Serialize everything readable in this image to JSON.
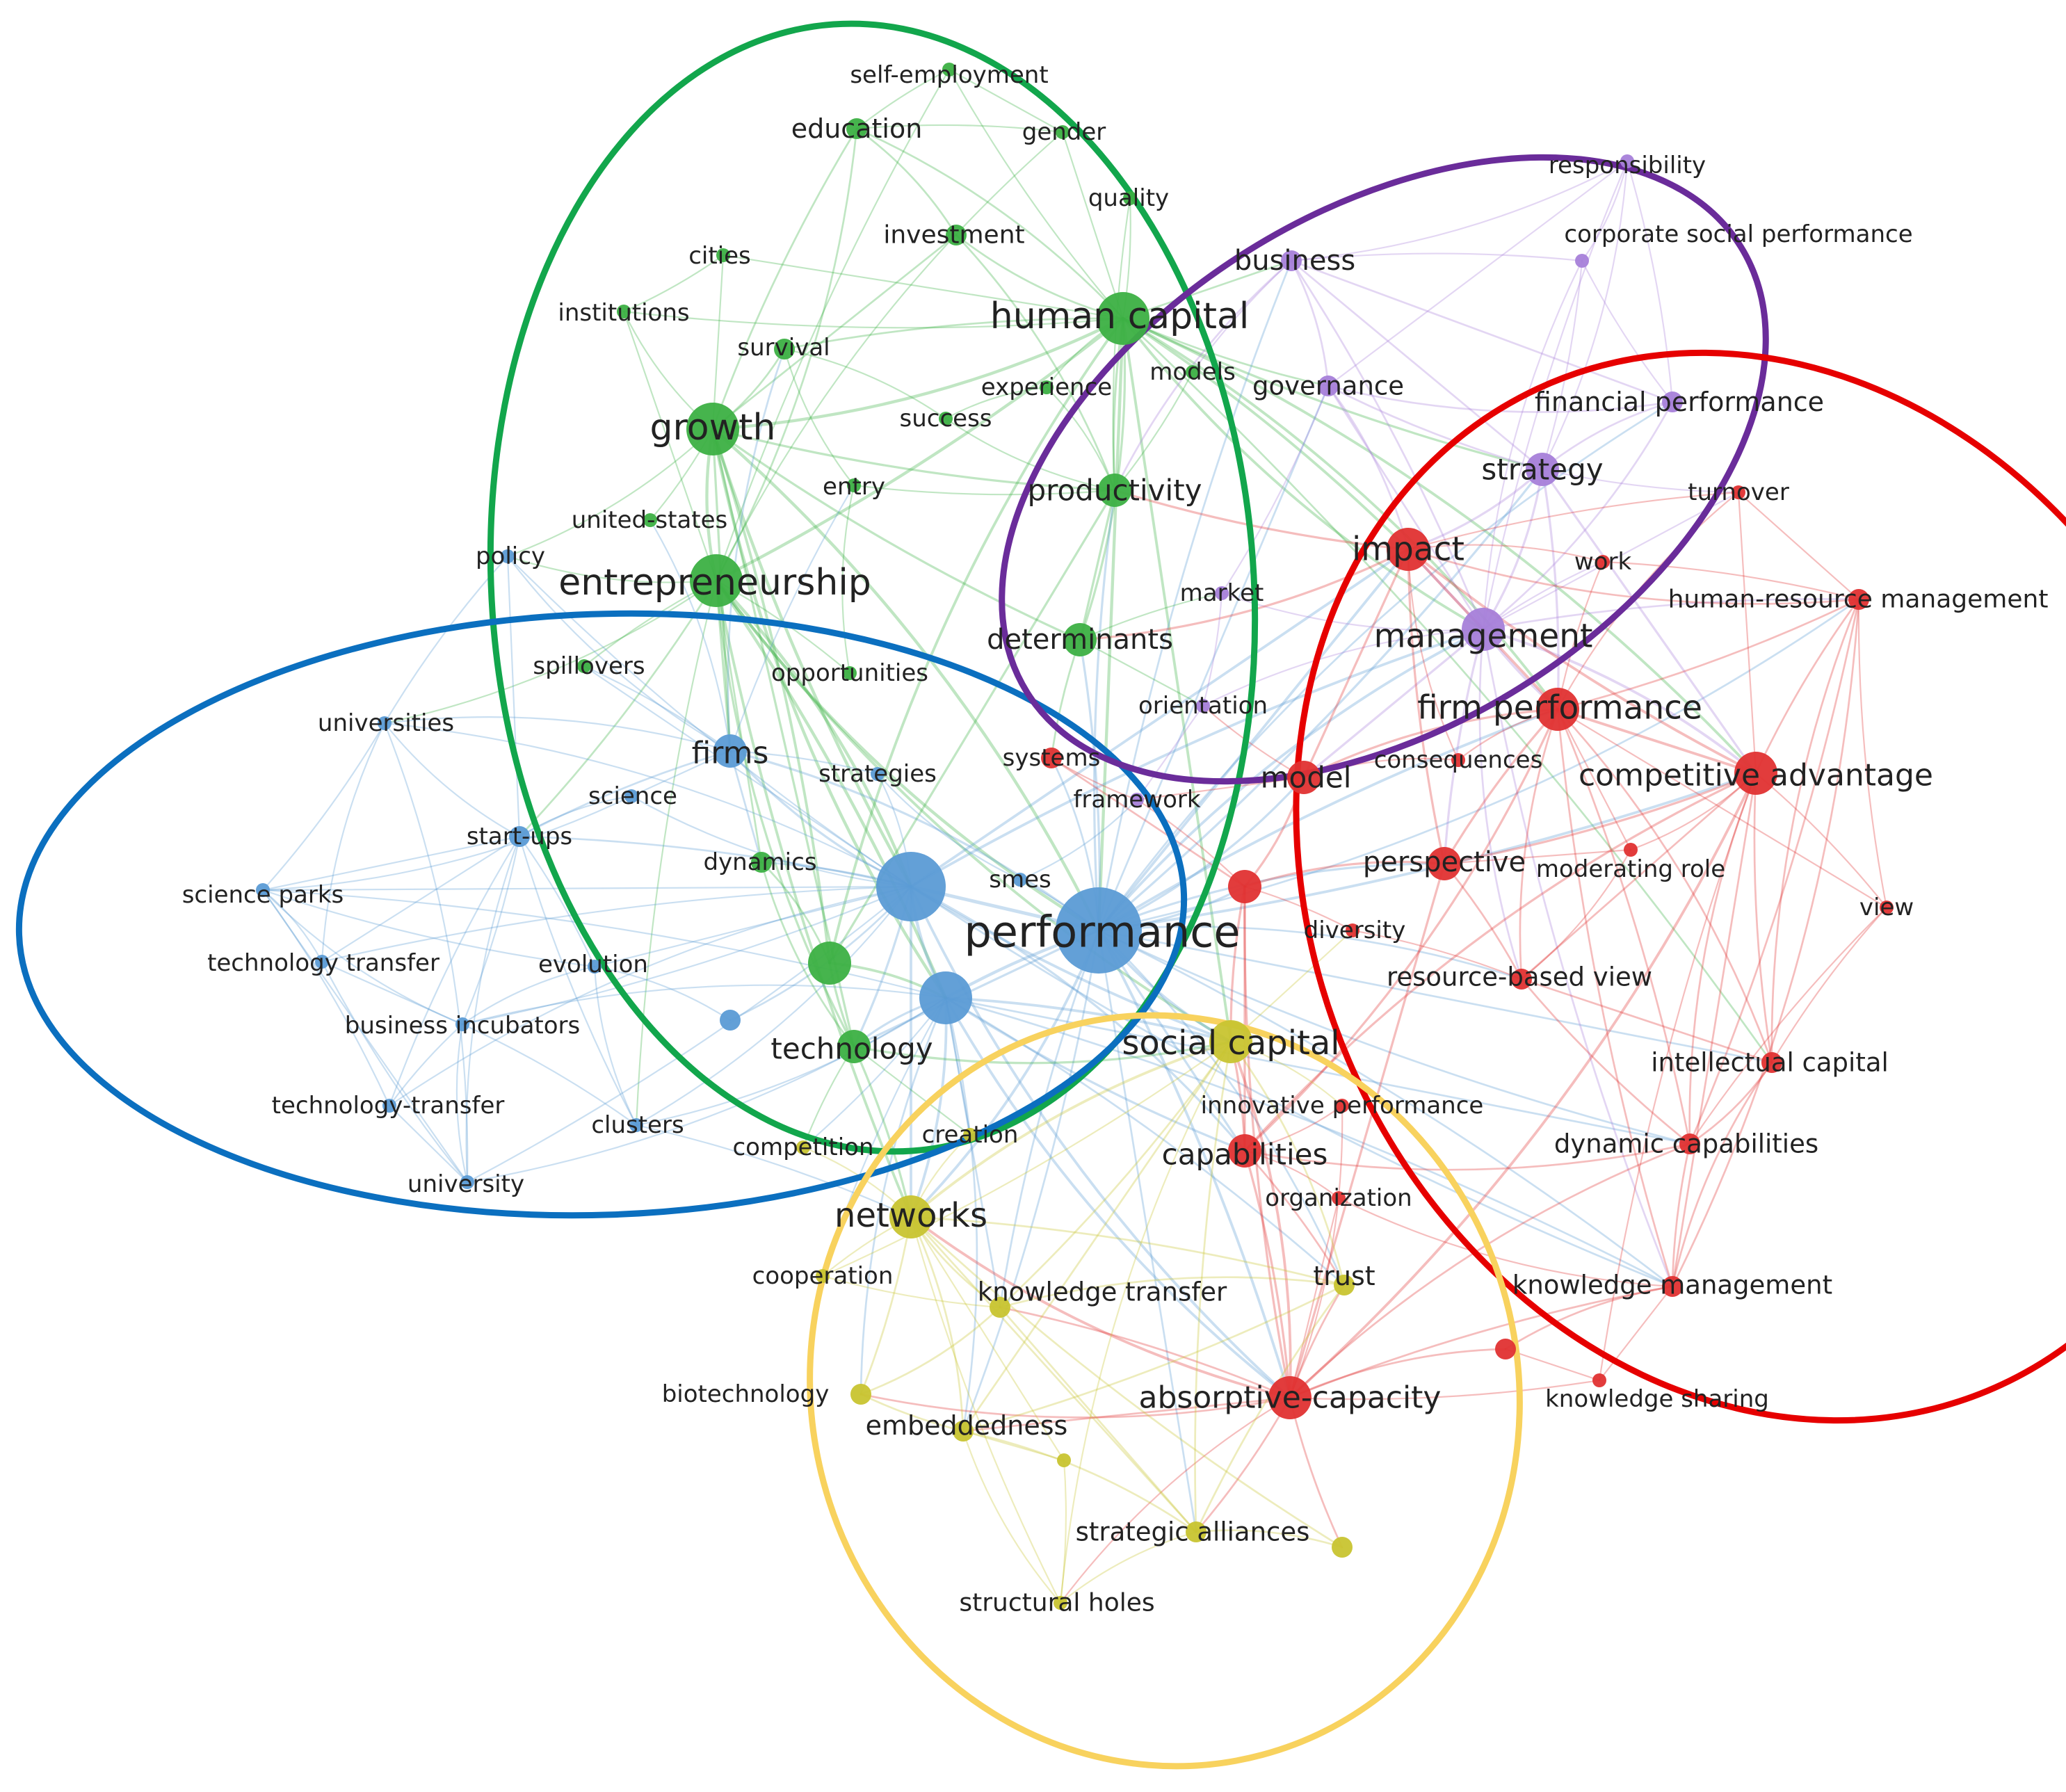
{
  "colors": {
    "green": "#3cb043",
    "blue": "#5b9bd5",
    "purple": "#a77fd9",
    "red": "#e03131",
    "yellow": "#c8c430",
    "ellipse_green": "#12a64c",
    "ellipse_blue": "#0b6fbf",
    "ellipse_purple": "#6a2c9a",
    "ellipse_red": "#e60000",
    "ellipse_yellow": "#f8d25e"
  },
  "nodes": [
    {
      "id": "self-employment",
      "label": "self-employment",
      "cluster": "green",
      "weight": 1
    },
    {
      "id": "education",
      "label": "education",
      "cluster": "green",
      "weight": 2
    },
    {
      "id": "gender",
      "label": "gender",
      "cluster": "green",
      "weight": 1
    },
    {
      "id": "quality",
      "label": "quality",
      "cluster": "green",
      "weight": 1
    },
    {
      "id": "cities",
      "label": "cities",
      "cluster": "green",
      "weight": 1
    },
    {
      "id": "investment",
      "label": "investment",
      "cluster": "green",
      "weight": 2
    },
    {
      "id": "institutions",
      "label": "institutions",
      "cluster": "green",
      "weight": 1
    },
    {
      "id": "human-capital",
      "label": "human capital",
      "cluster": "green",
      "weight": 5
    },
    {
      "id": "survival",
      "label": "survival",
      "cluster": "green",
      "weight": 2
    },
    {
      "id": "experience",
      "label": "experience",
      "cluster": "green",
      "weight": 1
    },
    {
      "id": "models",
      "label": "models",
      "cluster": "green",
      "weight": 1
    },
    {
      "id": "growth",
      "label": "growth",
      "cluster": "green",
      "weight": 5
    },
    {
      "id": "success",
      "label": "success",
      "cluster": "green",
      "weight": 1
    },
    {
      "id": "entry",
      "label": "entry",
      "cluster": "green",
      "weight": 1
    },
    {
      "id": "productivity",
      "label": "productivity",
      "cluster": "green",
      "weight": 3
    },
    {
      "id": "united-states",
      "label": "united-states",
      "cluster": "green",
      "weight": 1
    },
    {
      "id": "entrepreneurship",
      "label": "entrepreneurship",
      "cluster": "green",
      "weight": 5
    },
    {
      "id": "determinants",
      "label": "determinants",
      "cluster": "green",
      "weight": 3
    },
    {
      "id": "spillovers",
      "label": "spillovers",
      "cluster": "green",
      "weight": 1
    },
    {
      "id": "opportunities",
      "label": "opportunities",
      "cluster": "green",
      "weight": 1
    },
    {
      "id": "dynamics",
      "label": "dynamics",
      "cluster": "green",
      "weight": 2
    },
    {
      "id": "technology",
      "label": "technology",
      "cluster": "green",
      "weight": 3
    },
    {
      "id": "innovation-hub",
      "label": "",
      "cluster": "green",
      "weight": 4
    },
    {
      "id": "business",
      "label": "business",
      "cluster": "purple",
      "weight": 2
    },
    {
      "id": "responsibility",
      "label": "responsibility",
      "cluster": "purple",
      "weight": 1
    },
    {
      "id": "corporate-social-performance",
      "label": "corporate social performance",
      "cluster": "purple",
      "weight": 1
    },
    {
      "id": "governance",
      "label": "governance",
      "cluster": "purple",
      "weight": 2
    },
    {
      "id": "financial-performance",
      "label": "financial performance",
      "cluster": "purple",
      "weight": 2
    },
    {
      "id": "strategy",
      "label": "strategy",
      "cluster": "purple",
      "weight": 3
    },
    {
      "id": "market",
      "label": "market",
      "cluster": "purple",
      "weight": 1
    },
    {
      "id": "management",
      "label": "management",
      "cluster": "purple",
      "weight": 4
    },
    {
      "id": "orientation",
      "label": "orientation",
      "cluster": "purple",
      "weight": 1
    },
    {
      "id": "framework",
      "label": "framework",
      "cluster": "purple",
      "weight": 1
    },
    {
      "id": "policy",
      "label": "policy",
      "cluster": "blue",
      "weight": 1
    },
    {
      "id": "universities",
      "label": "universities",
      "cluster": "blue",
      "weight": 1
    },
    {
      "id": "firms",
      "label": "firms",
      "cluster": "blue",
      "weight": 3
    },
    {
      "id": "science",
      "label": "science",
      "cluster": "blue",
      "weight": 1
    },
    {
      "id": "start-ups",
      "label": "start-ups",
      "cluster": "blue",
      "weight": 2
    },
    {
      "id": "strategies",
      "label": "strategies",
      "cluster": "blue",
      "weight": 1
    },
    {
      "id": "science-parks",
      "label": "science parks",
      "cluster": "blue",
      "weight": 1
    },
    {
      "id": "smes",
      "label": "smes",
      "cluster": "blue",
      "weight": 1
    },
    {
      "id": "performance",
      "label": "performance",
      "cluster": "blue",
      "weight": 7
    },
    {
      "id": "technology-transfer",
      "label": "technology transfer",
      "cluster": "blue",
      "weight": 1
    },
    {
      "id": "evolution",
      "label": "evolution",
      "cluster": "blue",
      "weight": 1
    },
    {
      "id": "business-incubators",
      "label": "business incubators",
      "cluster": "blue",
      "weight": 1
    },
    {
      "id": "technology-transfer-2",
      "label": "technology-transfer",
      "cluster": "blue",
      "weight": 1
    },
    {
      "id": "clusters",
      "label": "clusters",
      "cluster": "blue",
      "weight": 1
    },
    {
      "id": "university",
      "label": "university",
      "cluster": "blue",
      "weight": 1
    },
    {
      "id": "innovation-big",
      "label": "",
      "cluster": "blue",
      "weight": 6
    },
    {
      "id": "knowledge-big",
      "label": "",
      "cluster": "blue",
      "weight": 5
    },
    {
      "id": "blue-small-1",
      "label": "",
      "cluster": "blue",
      "weight": 2
    },
    {
      "id": "impact",
      "label": "impact",
      "cluster": "red",
      "weight": 4
    },
    {
      "id": "turnover",
      "label": "turnover",
      "cluster": "red",
      "weight": 1
    },
    {
      "id": "work",
      "label": "work",
      "cluster": "red",
      "weight": 1
    },
    {
      "id": "human-resource-management",
      "label": "human-resource management",
      "cluster": "red",
      "weight": 2
    },
    {
      "id": "firm-performance",
      "label": "firm performance",
      "cluster": "red",
      "weight": 4
    },
    {
      "id": "systems",
      "label": "systems",
      "cluster": "red",
      "weight": 2
    },
    {
      "id": "model",
      "label": "model",
      "cluster": "red",
      "weight": 3
    },
    {
      "id": "consequences",
      "label": "consequences",
      "cluster": "red",
      "weight": 1
    },
    {
      "id": "competitive-advantage",
      "label": "competitive advantage",
      "cluster": "red",
      "weight": 4
    },
    {
      "id": "perspective",
      "label": "perspective",
      "cluster": "red",
      "weight": 3
    },
    {
      "id": "moderating-role",
      "label": "moderating role",
      "cluster": "red",
      "weight": 1
    },
    {
      "id": "view",
      "label": "view",
      "cluster": "red",
      "weight": 1
    },
    {
      "id": "diversity",
      "label": "diversity",
      "cluster": "red",
      "weight": 1
    },
    {
      "id": "resource-based-view",
      "label": "resource-based view",
      "cluster": "red",
      "weight": 2
    },
    {
      "id": "intellectual-capital",
      "label": "intellectual capital",
      "cluster": "red",
      "weight": 2
    },
    {
      "id": "innovative-performance",
      "label": "innovative performance",
      "cluster": "red",
      "weight": 1
    },
    {
      "id": "capabilities",
      "label": "capabilities",
      "cluster": "red",
      "weight": 3
    },
    {
      "id": "dynamic-capabilities",
      "label": "dynamic capabilities",
      "cluster": "red",
      "weight": 2
    },
    {
      "id": "organization",
      "label": "organization",
      "cluster": "red",
      "weight": 1
    },
    {
      "id": "knowledge-management",
      "label": "knowledge management",
      "cluster": "red",
      "weight": 2
    },
    {
      "id": "absorptive-capacity",
      "label": "absorptive-capacity",
      "cluster": "red",
      "weight": 4
    },
    {
      "id": "knowledge-sharing",
      "label": "knowledge sharing",
      "cluster": "red",
      "weight": 1
    },
    {
      "id": "red-hub",
      "label": "",
      "cluster": "red",
      "weight": 3
    },
    {
      "id": "red-small-1",
      "label": "",
      "cluster": "red",
      "weight": 2
    },
    {
      "id": "social-capital",
      "label": "social capital",
      "cluster": "yellow",
      "weight": 4
    },
    {
      "id": "competition",
      "label": "competition",
      "cluster": "yellow",
      "weight": 1
    },
    {
      "id": "creation",
      "label": "creation",
      "cluster": "yellow",
      "weight": 1
    },
    {
      "id": "networks",
      "label": "networks",
      "cluster": "yellow",
      "weight": 4
    },
    {
      "id": "cooperation",
      "label": "cooperation",
      "cluster": "yellow",
      "weight": 1
    },
    {
      "id": "knowledge-transfer",
      "label": "knowledge transfer",
      "cluster": "yellow",
      "weight": 2
    },
    {
      "id": "trust",
      "label": "trust",
      "cluster": "yellow",
      "weight": 2
    },
    {
      "id": "biotechnology",
      "label": "biotechnology",
      "cluster": "yellow",
      "weight": 2
    },
    {
      "id": "embeddedness",
      "label": "embeddedness",
      "cluster": "yellow",
      "weight": 2
    },
    {
      "id": "strategic-alliances",
      "label": "strategic alliances",
      "cluster": "yellow",
      "weight": 2
    },
    {
      "id": "structural-holes",
      "label": "structural holes",
      "cluster": "yellow",
      "weight": 1
    },
    {
      "id": "yellow-small-1",
      "label": "",
      "cluster": "yellow",
      "weight": 1
    },
    {
      "id": "yellow-small-2",
      "label": "",
      "cluster": "yellow",
      "weight": 2
    }
  ]
}
